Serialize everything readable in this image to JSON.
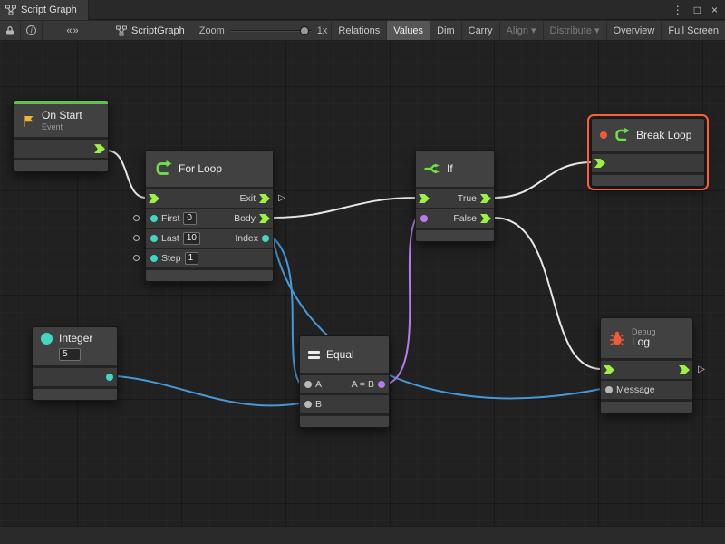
{
  "window": {
    "tab_title": "Script Graph",
    "controls": {
      "menu": "⋮",
      "maximize": "□",
      "close": "×"
    }
  },
  "toolbar": {
    "code_glyph": "«»",
    "info_glyph": "i",
    "graph_name": "ScriptGraph",
    "zoom_label": "Zoom",
    "zoom_value": "1x",
    "buttons": [
      {
        "label": "Relations",
        "active": false,
        "disabled": false,
        "has_dropdown": false
      },
      {
        "label": "Values",
        "active": true,
        "disabled": false,
        "has_dropdown": false
      },
      {
        "label": "Dim",
        "active": false,
        "disabled": false,
        "has_dropdown": false
      },
      {
        "label": "Carry",
        "active": false,
        "disabled": false,
        "has_dropdown": false
      },
      {
        "label": "Align",
        "active": false,
        "disabled": true,
        "has_dropdown": true
      },
      {
        "label": "Distribute",
        "active": false,
        "disabled": true,
        "has_dropdown": true
      },
      {
        "label": "Overview",
        "active": false,
        "disabled": false,
        "has_dropdown": false
      },
      {
        "label": "Full Screen",
        "active": false,
        "disabled": false,
        "has_dropdown": false
      }
    ],
    "dropdown_caret": "▾"
  },
  "glyphs": {
    "continuation_triangle": "▷"
  },
  "nodes": {
    "on_start": {
      "title": "On Start",
      "subtitle": "Event"
    },
    "for_loop": {
      "title": "For Loop",
      "exit": "Exit",
      "body": "Body",
      "index": "Index",
      "first": "First",
      "last": "Last",
      "step": "Step",
      "first_value": "0",
      "last_value": "10",
      "step_value": "1"
    },
    "if_node": {
      "title": "If",
      "true_label": "True",
      "false_label": "False"
    },
    "break_loop": {
      "title": "Break Loop",
      "selected": true
    },
    "integer": {
      "title": "Integer",
      "value": "5"
    },
    "equal": {
      "title": "Equal",
      "a": "A",
      "b": "B",
      "result": "A = B"
    },
    "debug_log": {
      "category": "Debug",
      "title": "Log",
      "message": "Message"
    }
  },
  "connections": [
    {
      "from": "On Start.trigger",
      "to": "For Loop.enter",
      "type": "flow"
    },
    {
      "from": "For Loop.body",
      "to": "If.enter",
      "type": "flow"
    },
    {
      "from": "If.true",
      "to": "Break Loop.enter",
      "type": "flow"
    },
    {
      "from": "If.false",
      "to": "Debug Log.enter",
      "type": "flow"
    },
    {
      "from": "For Loop.index",
      "to": "Equal.a",
      "type": "integer"
    },
    {
      "from": "Integer.output",
      "to": "Equal.b",
      "type": "integer"
    },
    {
      "from": "For Loop.index",
      "to": "Debug Log.message",
      "type": "integer"
    },
    {
      "from": "Equal.result",
      "to": "If.condition",
      "type": "boolean"
    }
  ],
  "colors": {
    "flow_green": "#9df044",
    "icon_green": "#6fe24a",
    "value_teal": "#3fd9c2",
    "bool_purple": "#b77df0",
    "wire_blue": "#4798d8",
    "wire_white": "#e6e6e6",
    "selection_red": "#ff5b3d",
    "bug_orange": "#f05b35",
    "flag_gold": "#f2b236",
    "event_green": "#5fc24d"
  }
}
